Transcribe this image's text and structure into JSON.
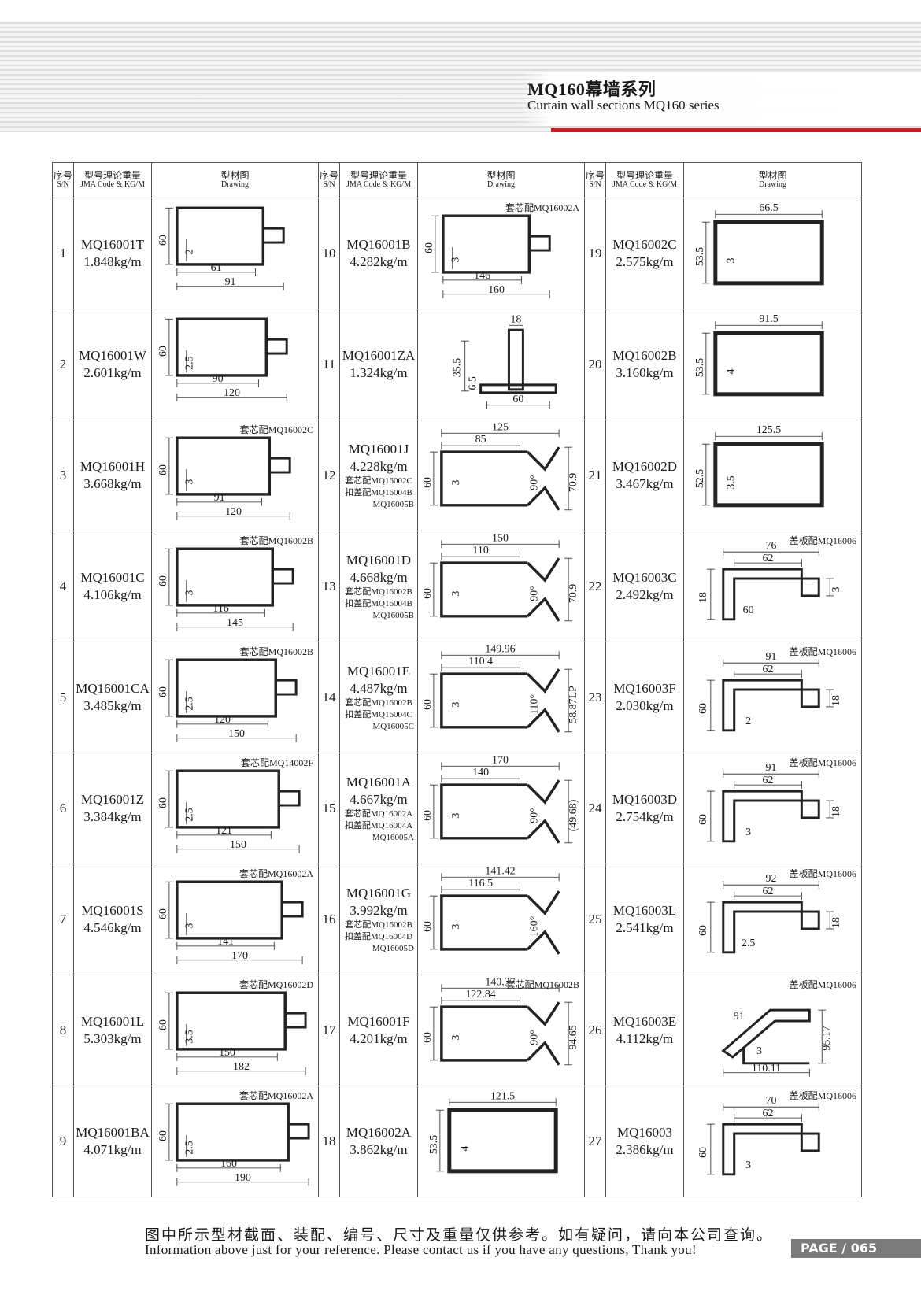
{
  "header": {
    "title_cn": "MQ160幕墙系列",
    "title_en": "Curtain wall sections MQ160 series"
  },
  "table": {
    "col_sn_cn": "序号",
    "col_sn_en": "S/N",
    "col_code_cn": "型号理论重量",
    "col_code_en": "JMA Code & KG/M",
    "col_draw_cn": "型材图",
    "col_draw_en": "Drawing"
  },
  "profiles": [
    {
      "sn": "1",
      "code": "MQ16001T",
      "weight": "1.848kg/m",
      "note": "",
      "dims": [
        "60",
        "2",
        "61",
        "91"
      ]
    },
    {
      "sn": "2",
      "code": "MQ16001W",
      "weight": "2.601kg/m",
      "note": "",
      "dims": [
        "60",
        "2.5",
        "90",
        "120"
      ]
    },
    {
      "sn": "3",
      "code": "MQ16001H",
      "weight": "3.668kg/m",
      "note": "套芯配MQ16002C",
      "dims": [
        "60",
        "3",
        "91",
        "120"
      ]
    },
    {
      "sn": "4",
      "code": "MQ16001C",
      "weight": "4.106kg/m",
      "note": "套芯配MQ16002B",
      "dims": [
        "60",
        "3",
        "116",
        "145"
      ]
    },
    {
      "sn": "5",
      "code": "MQ16001CA",
      "weight": "3.485kg/m",
      "note": "套芯配MQ16002B",
      "dims": [
        "60",
        "2.5",
        "120",
        "150"
      ]
    },
    {
      "sn": "6",
      "code": "MQ16001Z",
      "weight": "3.384kg/m",
      "note": "套芯配MQ14002F",
      "dims": [
        "60",
        "2.5",
        "121",
        "150"
      ]
    },
    {
      "sn": "7",
      "code": "MQ16001S",
      "weight": "4.546kg/m",
      "note": "套芯配MQ16002A",
      "dims": [
        "60",
        "3",
        "141",
        "170"
      ]
    },
    {
      "sn": "8",
      "code": "MQ16001L",
      "weight": "5.303kg/m",
      "note": "套芯配MQ16002D",
      "dims": [
        "60",
        "3.5",
        "150",
        "182"
      ]
    },
    {
      "sn": "9",
      "code": "MQ16001BA",
      "weight": "4.071kg/m",
      "note": "套芯配MQ16002A",
      "dims": [
        "60",
        "2.5",
        "160",
        "190"
      ]
    },
    {
      "sn": "10",
      "code": "MQ16001B",
      "weight": "4.282kg/m",
      "note": "套芯配MQ16002A",
      "dims": [
        "60",
        "3",
        "146",
        "160"
      ]
    },
    {
      "sn": "11",
      "code": "MQ16001ZA",
      "weight": "1.324kg/m",
      "note": "",
      "dims": [
        "18",
        "35.5",
        "6.5",
        "60"
      ]
    },
    {
      "sn": "12",
      "code": "MQ16001J",
      "weight": "4.228kg/m",
      "extras": [
        "套芯配MQ16002C",
        "扣盖配MQ16004B",
        "MQ16005B"
      ],
      "dims": [
        "125",
        "85",
        "60",
        "3",
        "90°",
        "70.9"
      ]
    },
    {
      "sn": "13",
      "code": "MQ16001D",
      "weight": "4.668kg/m",
      "extras": [
        "套芯配MQ16002B",
        "扣盖配MQ16004B",
        "MQ16005B"
      ],
      "dims": [
        "150",
        "110",
        "60",
        "3",
        "90°",
        "70.9"
      ]
    },
    {
      "sn": "14",
      "code": "MQ16001E",
      "weight": "4.487kg/m",
      "extras": [
        "套芯配MQ16002B",
        "扣盖配MQ16004C",
        "MQ16005C"
      ],
      "dims": [
        "149.96",
        "110.4",
        "60",
        "3",
        "110°",
        "58.87LP"
      ]
    },
    {
      "sn": "15",
      "code": "MQ16001A",
      "weight": "4.667kg/m",
      "extras": [
        "套芯配MQ16002A",
        "扣盖配MQ16004A",
        "MQ16005A"
      ],
      "dims": [
        "170",
        "140",
        "60",
        "3",
        "90°",
        "(49.68)"
      ]
    },
    {
      "sn": "16",
      "code": "MQ16001G",
      "weight": "3.992kg/m",
      "extras": [
        "套芯配MQ16002B",
        "扣盖配MQ16004D",
        "MQ16005D"
      ],
      "dims": [
        "141.42",
        "116.5",
        "60",
        "3",
        "160°"
      ]
    },
    {
      "sn": "17",
      "code": "MQ16001F",
      "weight": "4.201kg/m",
      "note": "套芯配MQ16002B",
      "dims": [
        "140.37",
        "122.84",
        "60",
        "3",
        "90°",
        "94.65"
      ]
    },
    {
      "sn": "18",
      "code": "MQ16002A",
      "weight": "3.862kg/m",
      "note": "",
      "dims": [
        "121.5",
        "53.5",
        "4"
      ]
    },
    {
      "sn": "19",
      "code": "MQ16002C",
      "weight": "2.575kg/m",
      "note": "",
      "dims": [
        "66.5",
        "53.5",
        "3"
      ]
    },
    {
      "sn": "20",
      "code": "MQ16002B",
      "weight": "3.160kg/m",
      "note": "",
      "dims": [
        "91.5",
        "53.5",
        "4"
      ]
    },
    {
      "sn": "21",
      "code": "MQ16002D",
      "weight": "3.467kg/m",
      "note": "",
      "dims": [
        "125.5",
        "52.5",
        "3.5"
      ]
    },
    {
      "sn": "22",
      "code": "MQ16003C",
      "weight": "2.492kg/m",
      "note": "盖板配MQ16006",
      "dims": [
        "76",
        "62",
        "18",
        "60",
        "3"
      ]
    },
    {
      "sn": "23",
      "code": "MQ16003F",
      "weight": "2.030kg/m",
      "note": "盖板配MQ16006",
      "dims": [
        "91",
        "62",
        "60",
        "2",
        "18"
      ]
    },
    {
      "sn": "24",
      "code": "MQ16003D",
      "weight": "2.754kg/m",
      "note": "盖板配MQ16006",
      "dims": [
        "91",
        "62",
        "60",
        "3",
        "18"
      ]
    },
    {
      "sn": "25",
      "code": "MQ16003L",
      "weight": "2.541kg/m",
      "note": "盖板配MQ16006",
      "dims": [
        "92",
        "62",
        "60",
        "2.5",
        "18"
      ]
    },
    {
      "sn": "26",
      "code": "MQ16003E",
      "weight": "4.112kg/m",
      "note": "盖板配MQ16006",
      "dims": [
        "91",
        "3",
        "95.17",
        "110.11"
      ]
    },
    {
      "sn": "27",
      "code": "MQ16003",
      "weight": "2.386kg/m",
      "note": "盖板配MQ16006",
      "dims": [
        "70",
        "62",
        "60",
        "3"
      ]
    }
  ],
  "footer": {
    "cn": "图中所示型材截面、装配、编号、尺寸及重量仅供参考。如有疑问，请向本公司查询。",
    "en": "Information above just for your reference. Please contact us if you have any questions, Thank you!",
    "page": "PAGE / 065"
  }
}
